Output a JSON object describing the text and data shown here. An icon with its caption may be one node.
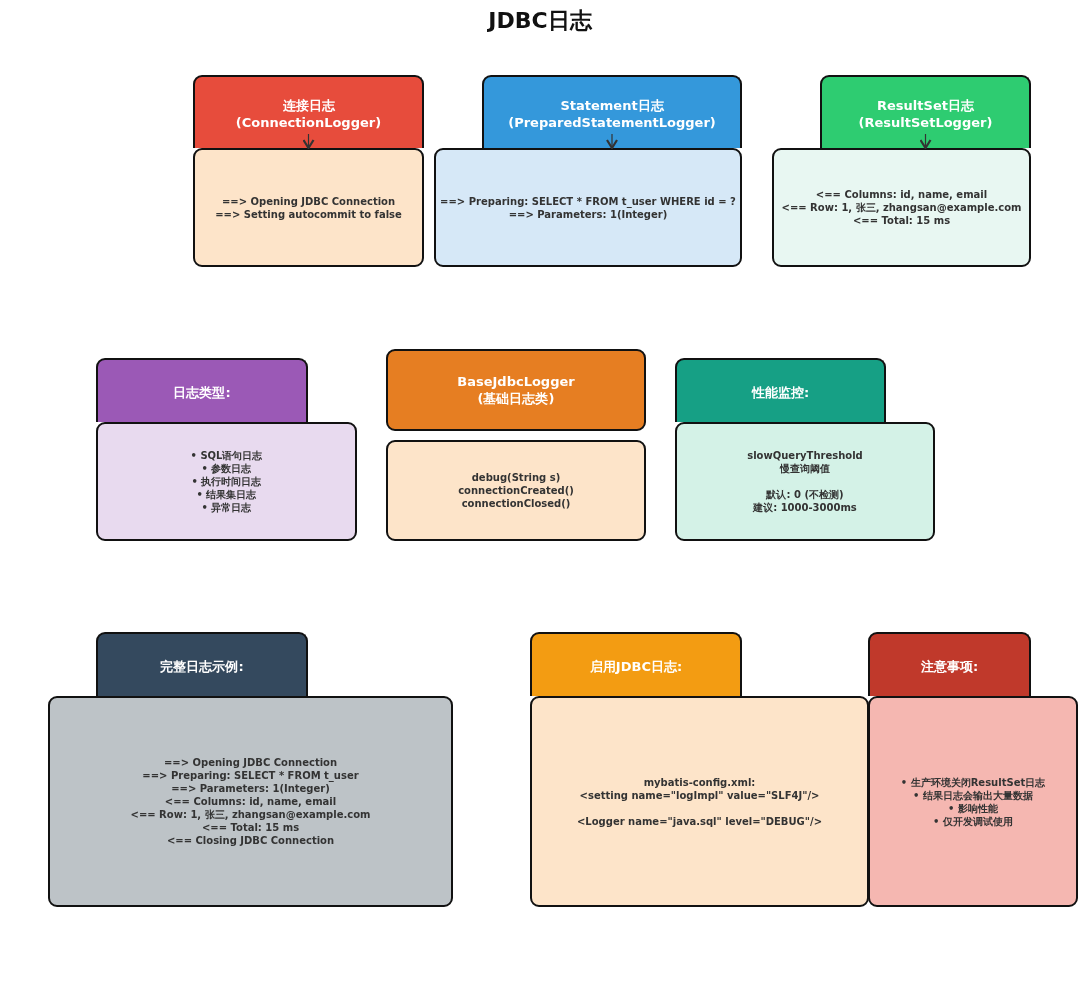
{
  "diagram": {
    "title": "JDBC日志",
    "nodes": [
      {
        "text": [
          "连接日志",
          "(ConnectionLogger)"
        ]
      },
      {
        "text": [
          "==> Opening JDBC Connection",
          "==> Setting autocommit to false"
        ]
      },
      {
        "text": [
          "Statement日志",
          "(PreparedStatementLogger)"
        ]
      },
      {
        "text": [
          "==> Preparing: SELECT * FROM t_user WHERE id = ?",
          "==> Parameters: 1(Integer)"
        ]
      },
      {
        "text": [
          "ResultSet日志",
          "(ResultSetLogger)"
        ]
      },
      {
        "text": [
          "<== Columns: id, name, email",
          "<== Row: 1, 张三, zhangsan@example.com",
          "<== Total: 15 ms"
        ]
      },
      {
        "text": [
          "日志类型:"
        ]
      },
      {
        "text": [
          "• SQL语句日志",
          "• 参数日志",
          "• 执行时间日志",
          "• 结果集日志",
          "• 异常日志"
        ]
      },
      {
        "text": [
          "BaseJdbcLogger",
          "(基础日志类)"
        ]
      },
      {
        "text": [
          "debug(String s)",
          "connectionCreated()",
          "connectionClosed()"
        ]
      },
      {
        "text": [
          "性能监控:"
        ]
      },
      {
        "text": [
          "slowQueryThreshold",
          "慢查询阈值",
          "默认: 0 (不检测)",
          "建议: 1000-3000ms"
        ]
      },
      {
        "text": [
          "完整日志示例:"
        ]
      },
      {
        "text": [
          "==> Opening JDBC Connection",
          "==> Preparing: SELECT * FROM t_user",
          "==> Parameters: 1(Integer)",
          "<== Columns: id, name, email",
          "<== Row: 1, 张三, zhangsan@example.com",
          "<== Total: 15 ms",
          "<== Closing JDBC Connection"
        ]
      },
      {
        "text": [
          "启用JDBC日志:"
        ]
      },
      {
        "text": [
          "mybatis-config.xml:",
          "<setting name=\"logImpl\" value=\"SLF4J\"/>",
          "<Logger name=\"java.sql\" level=\"DEBUG\"/>"
        ]
      },
      {
        "text": [
          "注意事项:"
        ]
      },
      {
        "text": [
          "• 生产环境关闭ResultSet日志",
          "• 结果日志会输出大量数据",
          "• 影响性能",
          "• 仅开发调试使用"
        ]
      }
    ],
    "edges": [
      {
        "from": 0,
        "to": 1,
        "arrow": "to"
      },
      {
        "from": 2,
        "to": 3,
        "arrow": "to"
      },
      {
        "from": 4,
        "to": 5,
        "arrow": "to"
      }
    ]
  }
}
